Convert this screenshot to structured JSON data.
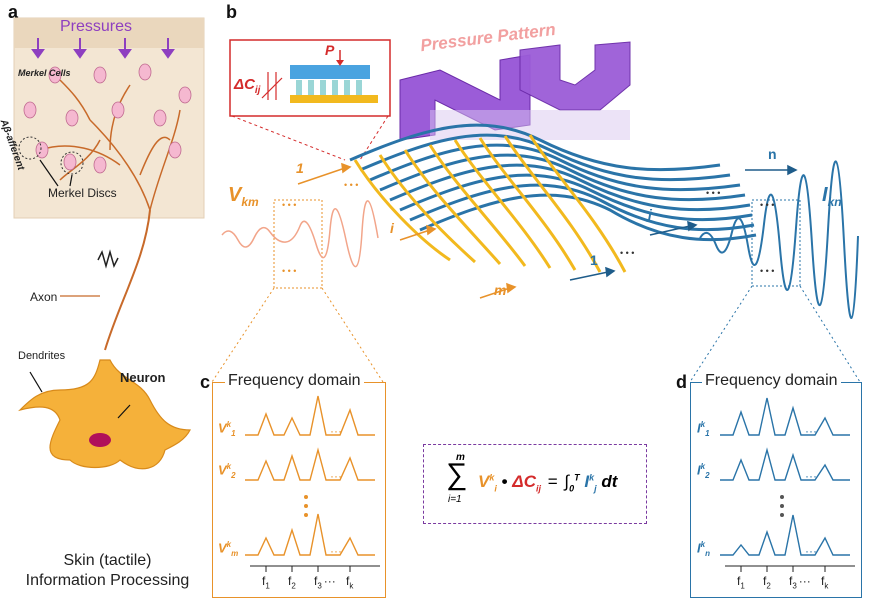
{
  "panels": {
    "a": {
      "letter": "a",
      "pressures": "Pressures",
      "merkel_cells": "Merkel Cells",
      "abeta_afferent": "Aβ-afferent",
      "merkel_discs": "Merkel Discs",
      "axon": "Axon",
      "dendrites": "Dendrites",
      "neuron": "Neuron",
      "caption_line1": "Skin (tactile)",
      "caption_line2": "Information Processing"
    },
    "b": {
      "letter": "b",
      "pressure_pattern": "Pressure Pattern",
      "p_label": "P",
      "delta_c": "ΔC",
      "delta_c_sub": "ij",
      "v_km": "V",
      "v_km_sub": "km",
      "i_kn": "I",
      "i_kn_sub": "kn",
      "row_1": "1",
      "row_i": "i",
      "row_m": "m",
      "col_1": "1",
      "col_j": "j",
      "col_n": "n",
      "dots": "• • •"
    },
    "c": {
      "letter": "c",
      "title": "Frequency domain",
      "rows": [
        {
          "base": "V",
          "sup": "k",
          "sub": "1"
        },
        {
          "base": "V",
          "sup": "k",
          "sub": "2"
        },
        {
          "base": "V",
          "sup": "k",
          "sub": "m"
        }
      ],
      "ellipsis": "···",
      "axis_labels": [
        {
          "base": "f",
          "sub": "1"
        },
        {
          "base": "f",
          "sub": "2"
        },
        {
          "base": "f",
          "sub": "3"
        },
        {
          "base": "f",
          "sub": "k"
        }
      ]
    },
    "d": {
      "letter": "d",
      "title": "Frequency domain",
      "rows": [
        {
          "base": "I",
          "sup": "k",
          "sub": "1"
        },
        {
          "base": "I",
          "sup": "k",
          "sub": "2"
        },
        {
          "base": "I",
          "sup": "k",
          "sub": "n"
        }
      ],
      "ellipsis": "···",
      "axis_labels": [
        {
          "base": "f",
          "sub": "1"
        },
        {
          "base": "f",
          "sub": "2"
        },
        {
          "base": "f",
          "sub": "3"
        },
        {
          "base": "f",
          "sub": "k"
        }
      ]
    },
    "equation": {
      "sum_top": "m",
      "sum_bottom": "i=1",
      "v": "V",
      "v_sup": "k",
      "v_sub": "i",
      "dot": "•",
      "dc": "ΔC",
      "dc_sub": "ij",
      "equals": "=",
      "int_top": "T",
      "int_bottom": "0",
      "i": "I",
      "i_sup": "k",
      "i_sub": "j",
      "dt": "dt"
    }
  },
  "colors": {
    "orange": "#e8922a",
    "blue": "#2a74a8",
    "purple": "#8e3fc0",
    "red": "#d42b2b",
    "pink_text": "#f2a0a0"
  }
}
